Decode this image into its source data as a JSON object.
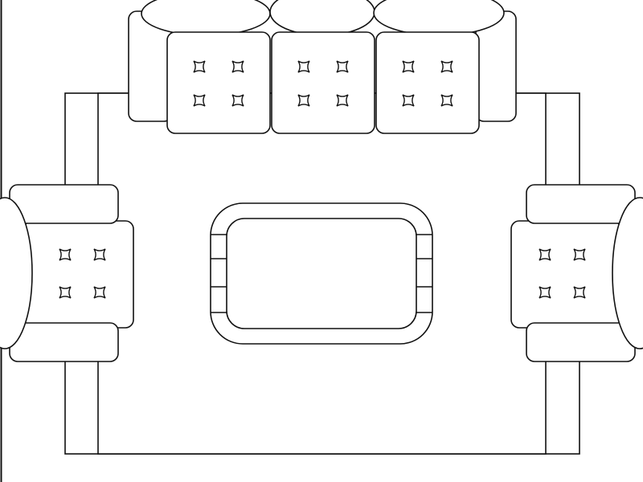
{
  "theme": {
    "stroke": "#111111",
    "fill": "#ffffff",
    "background": "#ffffff"
  },
  "diagram": {
    "type": "living-room-floor-plan",
    "elements": [
      "wall-left",
      "rug-frame",
      "sofa",
      "left-armchair",
      "right-armchair",
      "coffee-table"
    ],
    "sofa": {
      "seat_cushions": 3,
      "back_pillows": 3,
      "tufts_per_cushion": 4
    },
    "armchairs": {
      "count": 2,
      "tufts_per_seat": 4
    },
    "coffee_table": {
      "side_slats_per_side": 4
    }
  }
}
